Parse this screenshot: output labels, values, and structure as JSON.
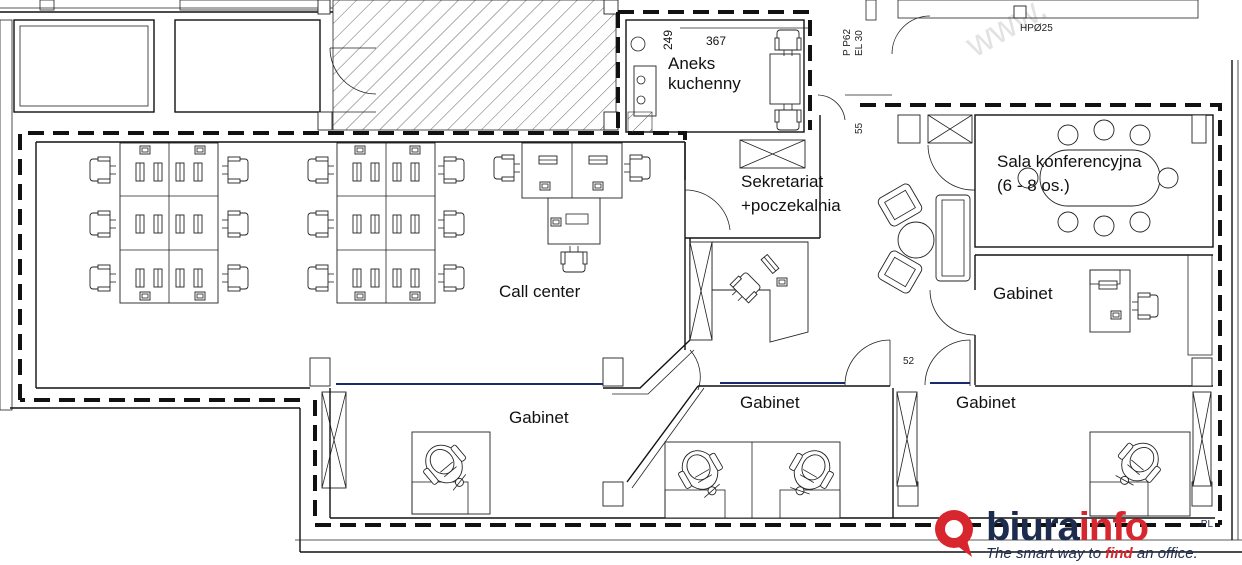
{
  "rooms": {
    "aneks_line1": "Aneks",
    "aneks_line2": "kuchenny",
    "call_center": "Call center",
    "sekretariat_line1": "Sekretariat",
    "sekretariat_line2": "+poczekalnia",
    "sala_line1": "Sala konferencyjna",
    "sala_line2": "(6 - 8 os.)",
    "gabinet_right_upper": "Gabinet",
    "gabinet_left": "Gabinet",
    "gabinet_middle": "Gabinet",
    "gabinet_right_lower": "Gabinet"
  },
  "dimensions": {
    "d249": "249",
    "d367": "367",
    "d55": "55",
    "d52": "52",
    "hp": "HPØ25",
    "pp": "P P62",
    "el": "EL 30"
  },
  "watermark": "www.",
  "logo": {
    "name_part1": "biura",
    "name_part2": "info",
    "tld": ".PL",
    "tagline_pre": "The smart way to ",
    "tagline_find": "find",
    "tagline_post": " an office.",
    "colors": {
      "navy": "#1d2b4f",
      "red": "#d8262e"
    }
  }
}
